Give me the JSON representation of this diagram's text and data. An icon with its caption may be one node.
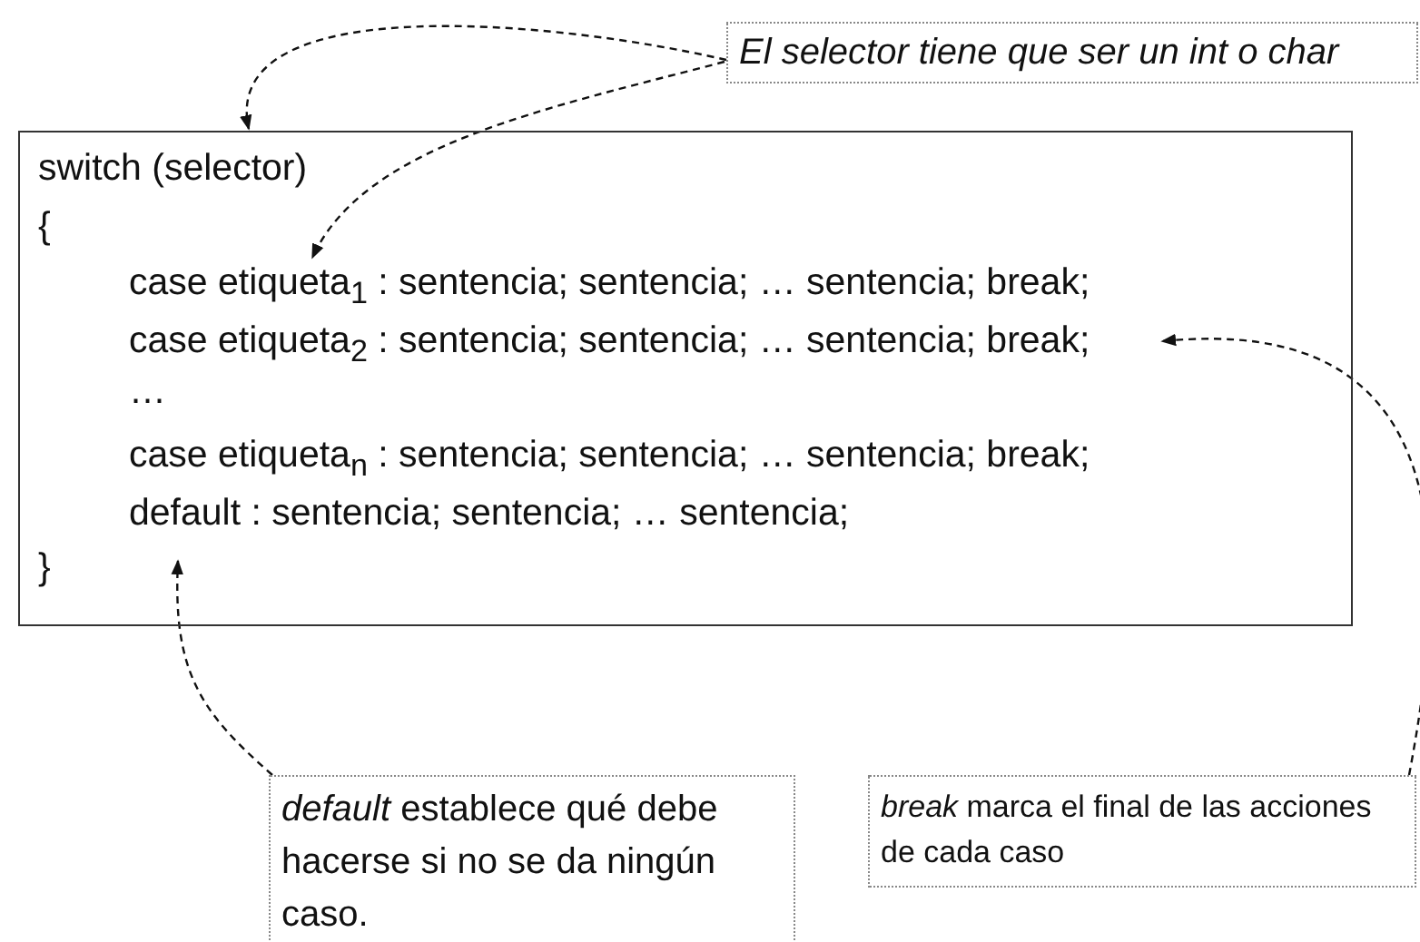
{
  "diagram": {
    "nodes": [
      {
        "text": [
          "El selector tiene que ser un int o char"
        ]
      },
      {
        "text": [
          "switch (selector)",
          "{",
          "case etiqueta$_{1}$ : sentencia; sentencia; … sentencia; break;",
          "case etiqueta$_{2}$ : sentencia; sentencia; … sentencia; break;",
          "…",
          "case etiqueta$_{n}$ : sentencia; sentencia; … sentencia; break;",
          "default : sentencia; sentencia; … sentencia;",
          "}"
        ]
      },
      {
        "text": [
          "*default* establece qué debe hacerse si no se da ningún caso."
        ]
      },
      {
        "text": [
          "*break* marca el final de las acciones de cada caso"
        ]
      }
    ],
    "edges": [
      {
        "from": 0,
        "to": 1,
        "arrow": "to",
        "style": "dashed"
      },
      {
        "from": 0,
        "to": 1,
        "arrow": "to",
        "style": "dashed"
      },
      {
        "from": 3,
        "to": 1,
        "arrow": "to",
        "style": "dashed"
      },
      {
        "from": 2,
        "to": 1,
        "arrow": "to",
        "style": "dashed"
      }
    ]
  }
}
